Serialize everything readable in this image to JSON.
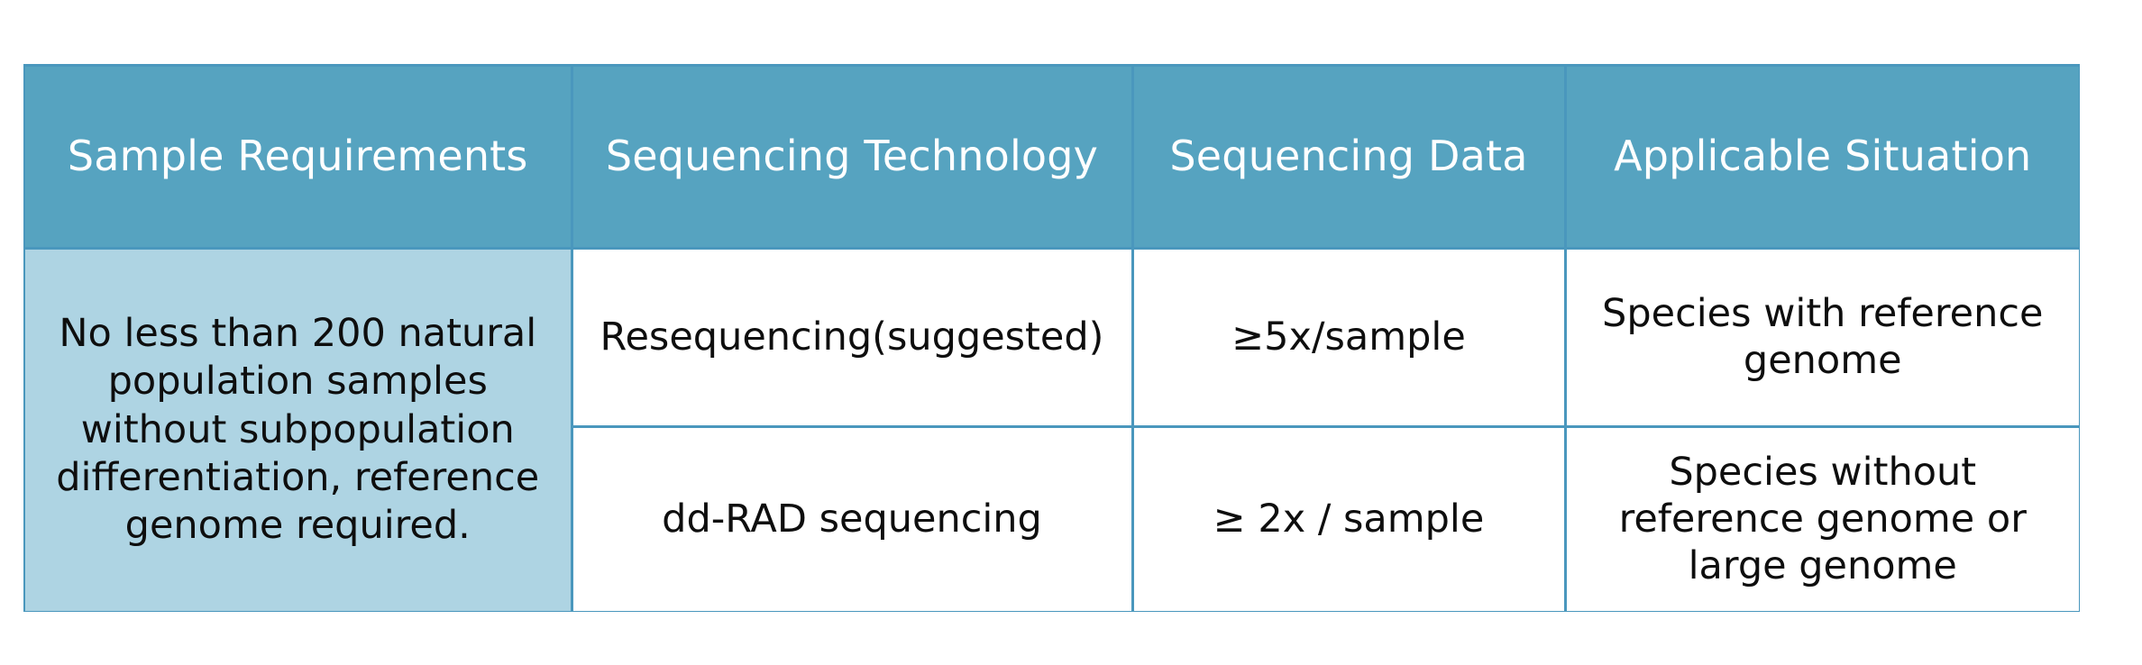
{
  "table": {
    "name": "sequencing-strategy-table",
    "colors": {
      "header_background": "#56a3c0",
      "header_text": "#ffffff",
      "first_column_background": "#aed4e3",
      "body_background": "#ffffff",
      "border": "#4a97bd",
      "body_text": "#0e0e0e"
    },
    "columns": [
      {
        "key": "sample_requirements",
        "label": "Sample Requirements"
      },
      {
        "key": "sequencing_technology",
        "label": "Sequencing Technology"
      },
      {
        "key": "sequencing_data",
        "label": "Sequencing Data"
      },
      {
        "key": "applicable_situation",
        "label": "Applicable Situation"
      }
    ],
    "sample_requirements_merged": "No less than 200 natural population samples without subpopulation differentiation, reference genome required.",
    "rows": [
      {
        "sequencing_technology": "Resequencing(suggested)",
        "sequencing_data": "≥5x/sample",
        "applicable_situation": "Species with reference genome"
      },
      {
        "sequencing_technology": "dd-RAD sequencing",
        "sequencing_data": "≥ 2x / sample",
        "applicable_situation": "Species without reference genome or large genome"
      }
    ]
  }
}
